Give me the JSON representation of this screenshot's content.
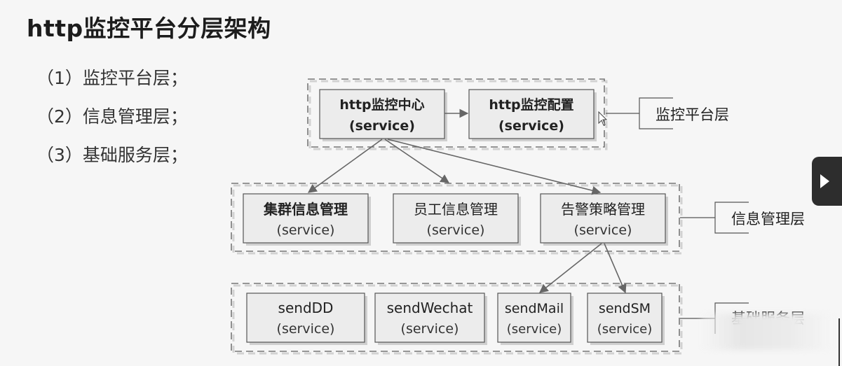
{
  "title": "http监控平台分层架构",
  "layers": [
    "（1）监控平台层；",
    "（2）信息管理层；",
    "（3）基础服务层；"
  ],
  "diagram": {
    "groups": {
      "platform": "监控平台层",
      "info": "信息管理层",
      "base": "基础服务层"
    },
    "nodes": {
      "monitor_center": {
        "name": "http监控中心",
        "sub": "(service)"
      },
      "monitor_config": {
        "name": "http监控配置",
        "sub": "(service)"
      },
      "cluster_info": {
        "name": "集群信息管理",
        "sub": "(service)"
      },
      "staff_info": {
        "name": "员工信息管理",
        "sub": "(service)"
      },
      "alert_policy": {
        "name": "告警策略管理",
        "sub": "(service)"
      },
      "send_dd": {
        "name": "sendDD",
        "sub": "(service)"
      },
      "send_wechat": {
        "name": "sendWechat",
        "sub": "(service)"
      },
      "send_mail": {
        "name": "sendMail",
        "sub": "(service)"
      },
      "send_sm": {
        "name": "sendSM",
        "sub": "(service)"
      }
    }
  }
}
